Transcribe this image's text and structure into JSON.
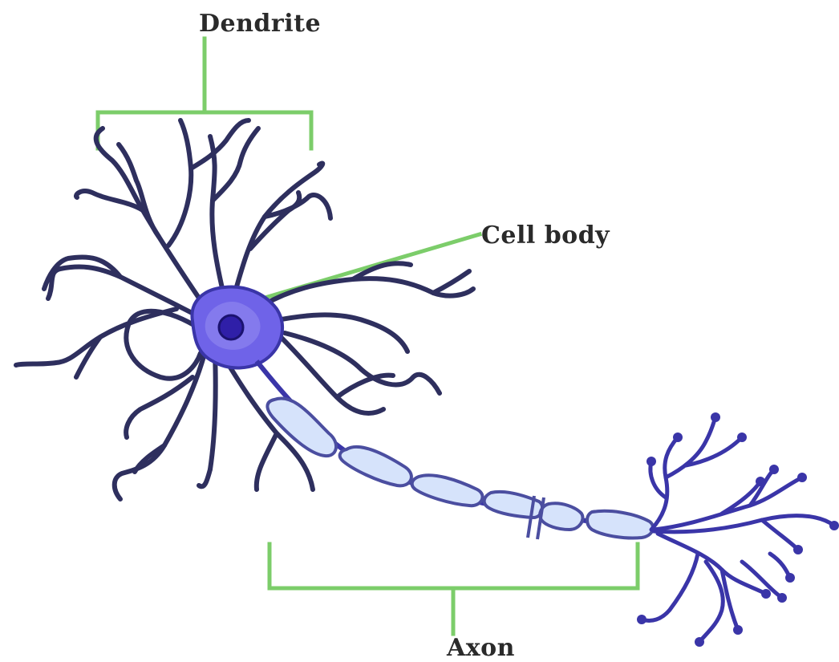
{
  "labels": {
    "dendrite": "Dendrite",
    "cell_body": "Cell body",
    "axon": "Axon"
  },
  "colors": {
    "background": "#ffffff",
    "leader_line": "#7ccd6a",
    "dendrite_stroke": "#2e2f5e",
    "soma_fill": "#6f63e8",
    "nucleus_fill": "#2f1fa8",
    "myelin_fill": "#d6e3fb",
    "myelin_stroke": "#4b4ea0",
    "terminal_stroke": "#3a35a8"
  }
}
